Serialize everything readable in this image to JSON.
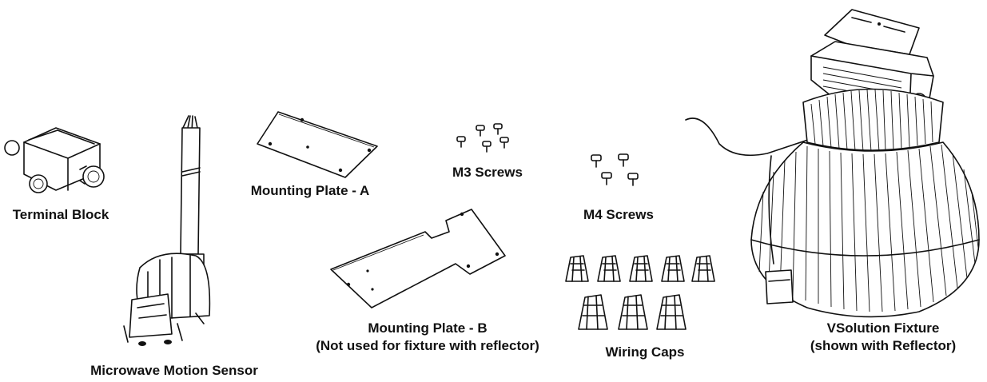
{
  "parts": {
    "terminal_block": "Terminal Block",
    "motion_sensor": "Microwave Motion Sensor",
    "plate_a": "Mounting Plate - A",
    "m3_screws": "M3 Screws",
    "m4_screws": "M4 Screws",
    "plate_b_line1": "Mounting Plate - B",
    "plate_b_line2": "(Not used for fixture with reflector)",
    "wiring_caps": "Wiring Caps",
    "fixture_line1": "VSolution Fixture",
    "fixture_line2": "(shown with Reflector)"
  }
}
